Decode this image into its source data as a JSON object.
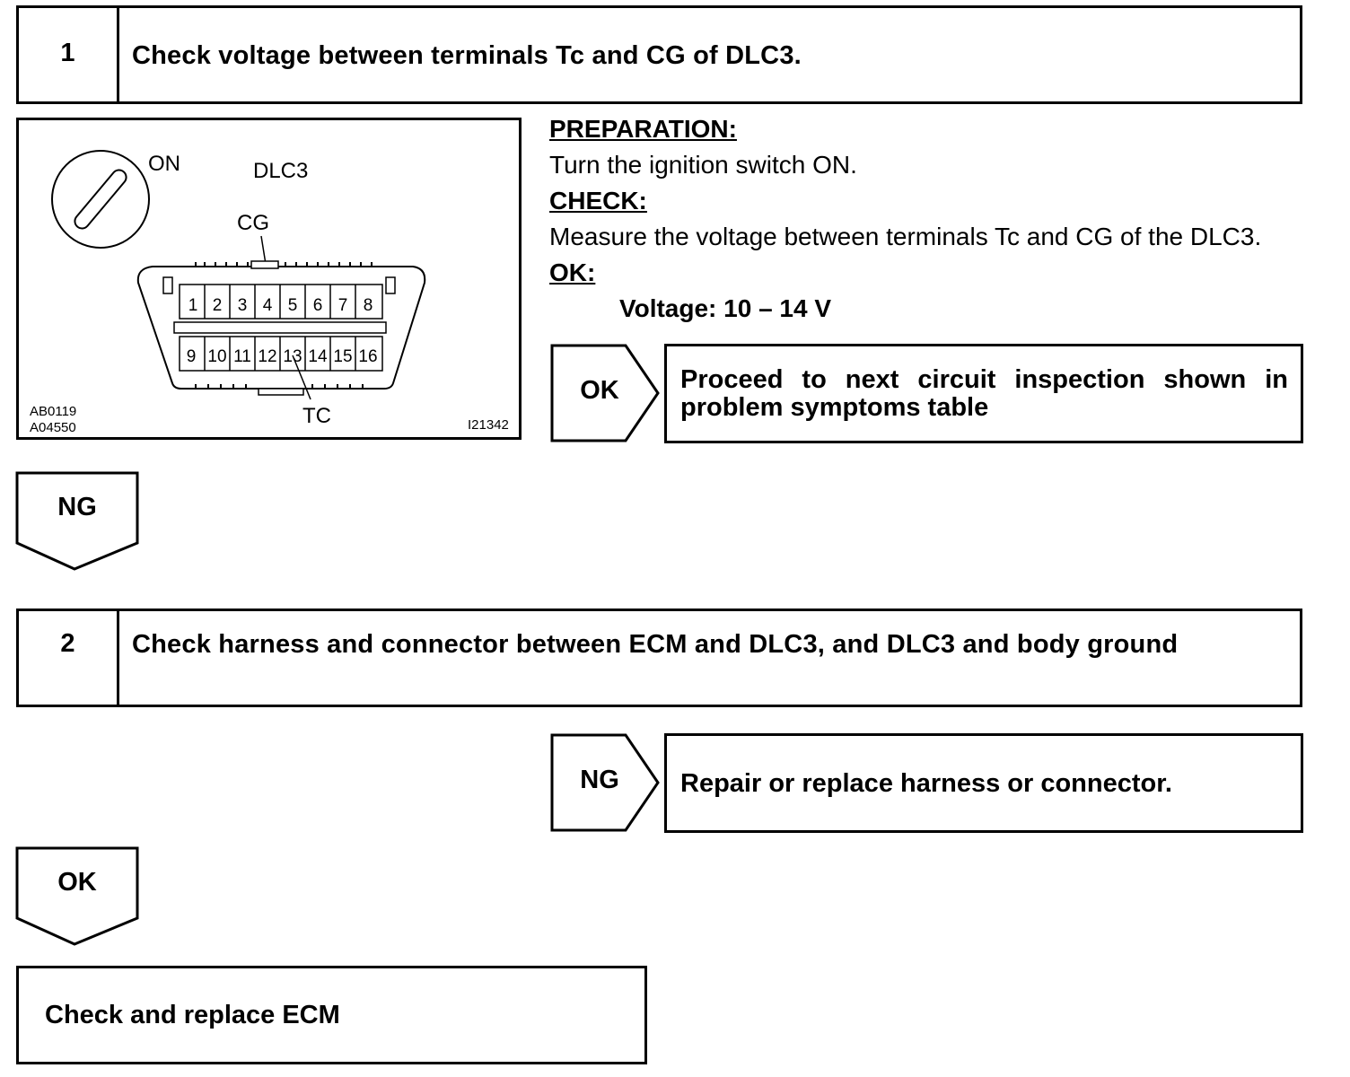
{
  "step1": {
    "number": "1",
    "title": "Check voltage between terminals Tc and CG of DLC3."
  },
  "figure": {
    "switch_label": "ON",
    "connector_label": "DLC3",
    "cg_label": "CG",
    "tc_label": "TC",
    "pins_top": [
      "1",
      "2",
      "3",
      "4",
      "5",
      "6",
      "7",
      "8"
    ],
    "pins_bottom": [
      "9",
      "10",
      "11",
      "12",
      "13",
      "14",
      "15",
      "16"
    ],
    "code_1": "AB0119",
    "code_2": "A04550",
    "code_3": "I21342"
  },
  "procedure": {
    "preparation_heading": "PREPARATION:",
    "preparation_text": "Turn the ignition switch ON.",
    "check_heading": "CHECK:",
    "check_text": "Measure the voltage between terminals Tc and CG of the DLC3.",
    "ok_heading": "OK:",
    "ok_spec": "Voltage: 10 – 14 V"
  },
  "branch1": {
    "ok_label": "OK",
    "ok_result": "Proceed to next circuit inspection shown in problem symptoms table",
    "ng_label": "NG"
  },
  "step2": {
    "number": "2",
    "title": "Check harness and connector between ECM and DLC3, and DLC3 and body ground"
  },
  "branch2": {
    "ng_label": "NG",
    "ng_result": "Repair or replace harness or connector.",
    "ok_label": "OK"
  },
  "final": {
    "text": "Check and replace ECM"
  }
}
